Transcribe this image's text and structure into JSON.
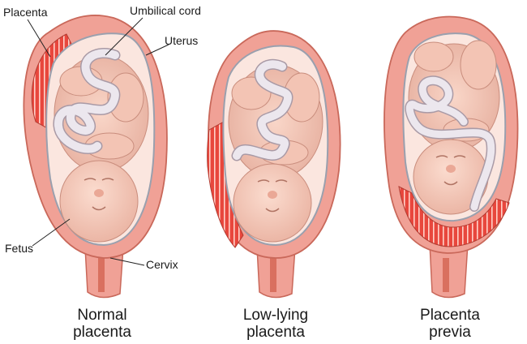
{
  "labels": {
    "placenta": "Placenta",
    "umbilical_cord": "Umbilical cord",
    "uterus": "Uterus",
    "fetus": "Fetus",
    "cervix": "Cervix"
  },
  "panels": [
    {
      "caption_line1": "Normal",
      "caption_line2": "placenta"
    },
    {
      "caption_line1": "Low-lying",
      "caption_line2": "placenta"
    },
    {
      "caption_line1": "Placenta",
      "caption_line2": "previa"
    }
  ],
  "colors": {
    "uterus_wall": "#f0a196",
    "uterus_outline": "#c9685a",
    "placenta": "#e8473d",
    "placenta_stripe": "#ffffff",
    "membrane": "#9aa0ae",
    "fluid": "#fbe6df",
    "fetus_skin": "#f6cdbf",
    "fetus_shadow": "#e2a999",
    "cord": "#ece7ee",
    "cord_outline": "#a99aa6"
  }
}
